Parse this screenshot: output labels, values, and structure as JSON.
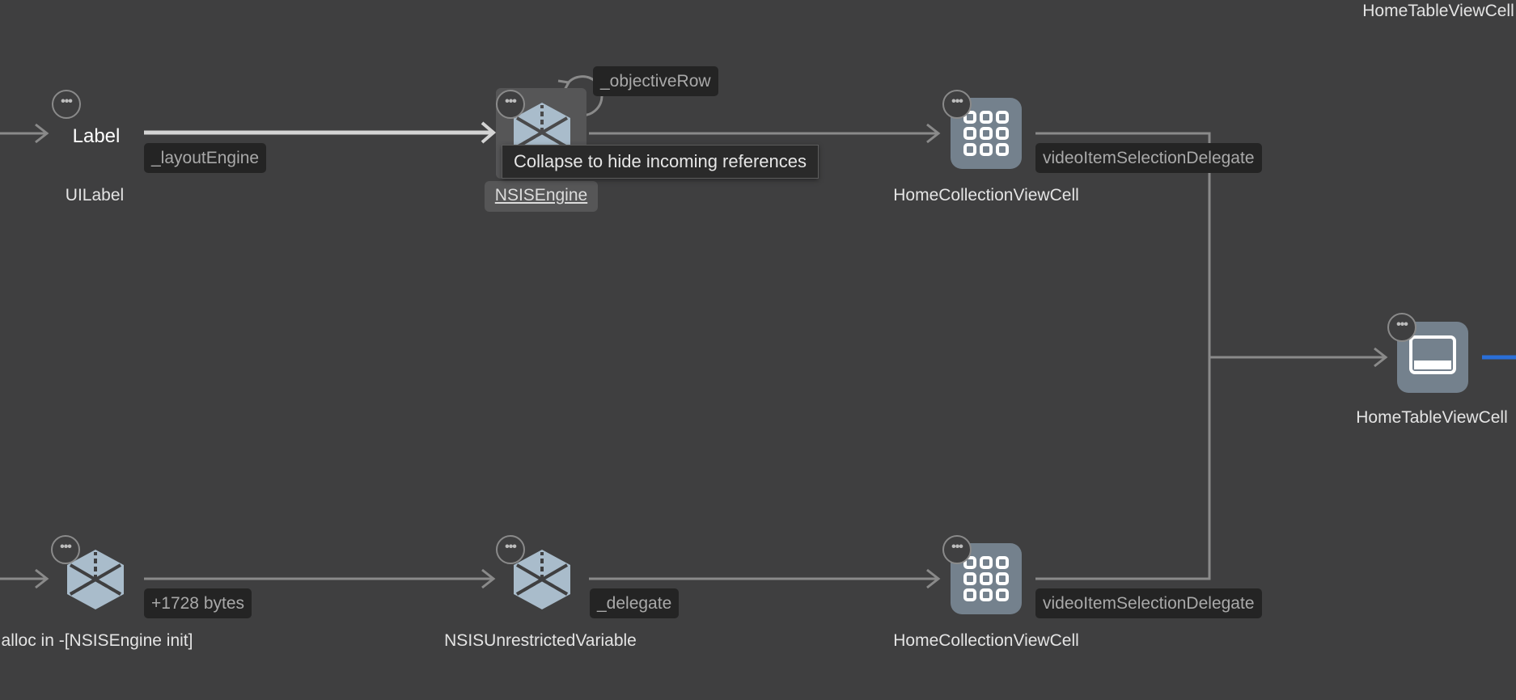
{
  "nodes": {
    "label_node": {
      "title": "Label",
      "type": "UILabel"
    },
    "engine_node": {
      "type": "NSISEngine"
    },
    "collection_top": {
      "type": "HomeCollectionViewCell"
    },
    "table_cell": {
      "type": "HomeTableViewCell"
    },
    "table_cell_top": {
      "type": "HomeTableViewCell"
    },
    "malloc_node": {
      "type": "alloc in -[NSISEngine init]"
    },
    "variable_node": {
      "type": "NSISUnrestrictedVariable"
    },
    "collection_bottom": {
      "type": "HomeCollectionViewCell"
    }
  },
  "edges": {
    "layout_engine": "_layoutEngine",
    "objective_row": "_objectiveRow",
    "video_delegate_top": "videoItemSelectionDelegate",
    "bytes": "+1728 bytes",
    "delegate": "_delegate",
    "video_delegate_bottom": "videoItemSelectionDelegate"
  },
  "more_button": "•••",
  "tooltip": "Collapse to hide incoming references",
  "colors": {
    "background": "#3f3f40",
    "edge": "#8a8a8a",
    "highlight_edge": "#2a6fd8",
    "icon_fill": "#a9bccb",
    "tile": "#74818d"
  }
}
